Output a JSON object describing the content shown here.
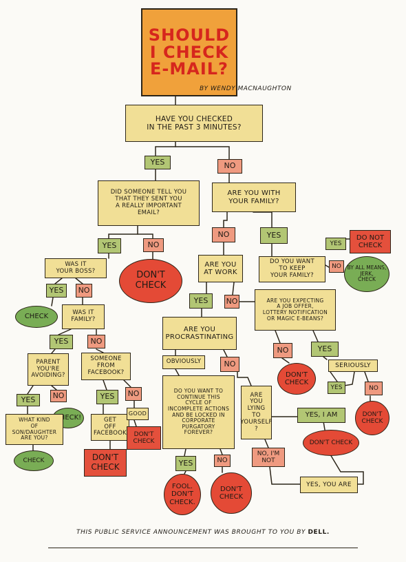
{
  "title": "SHOULD\nI CHECK\nE-MAIL?",
  "byline": "by WENDY MACNAUGHTON",
  "footer_text": "THIS PUBLIC SERVICE ANNOUNCEMENT WAS BROUGHT TO YOU by",
  "footer_brand": "DELL.",
  "nodes": {
    "q_checked": "HAVE YOU CHECKED\nin THE PAST 3 MINUTES?",
    "yes1": "YES",
    "no1": "NO",
    "q_someone": "DID SOMEONE TELL YOU\nTHAT THEY SENT YOU\nA REALLY IMPORTANT\nEMAIL?",
    "q_family": "ARE YOU WITH\nYOUR FAMILY?",
    "yes2": "YES",
    "no2": "NO",
    "no3": "NO",
    "yes3": "YES",
    "q_boss": "WAS IT\nYOUR BOSS?",
    "dont_check_1": "DON'T\nCHECK",
    "q_work": "ARE YOU\nAT WORK",
    "q_keep": "DO YOU WANT\nTO KEEP\nYOUR FAMILY?",
    "yes4": "YES",
    "no4": "NO",
    "do_not_check": "DO NOT\nCHECK",
    "by_all_means": "BY ALL MEANS,\nJERK,\nCHECK",
    "yes5": "YES",
    "no5": "NO",
    "check_1": "CHECK",
    "q_fam2": "WAS IT\nFAMILY?",
    "yes6": "YES",
    "no6": "NO",
    "q_job": "ARE YOU EXPECTING\nA JOB OFFER,\nLOTTERY NOTIFICATION\nOR MAGIC E-BEANS?",
    "q_procrast": "ARE YOU\nPROCRASTINATING",
    "yes7": "YES",
    "no7": "NO",
    "q_parent": "PARENT\nYOU'RE\nAVOIDING?",
    "q_facebook": "SOMEONE\nFROM\nFACEBOOK?",
    "obviously": "OBVIOUSLY",
    "no8": "NO",
    "no9": "NO",
    "yes8": "YES",
    "dont_check_2": "DON'T\nCHECK",
    "seriously": "SERIOUSLY",
    "yes9": "YES",
    "no10": "NO",
    "check_2": "CHECK!",
    "yes10": "YES",
    "no11": "NO",
    "no12": "NO",
    "yes11": "YES",
    "q_kind": "WHAT KIND\nOF SON/DAUGHTER\nARE YOU?",
    "get_off": "GET\nOFF\nFACEBOOK",
    "good": "GOOD",
    "dont_check_3": "DON'T\nCHECK",
    "q_continue": "DO YOU WANT TO\nCONTINUE THIS\nCYCLE OF\nINCOMPLETE ACTIONS\nAND BE LOCKED IN\nCORPORATE PURGATORY\nFOREVER?",
    "q_lying": "ARE\nYOU\nLYING\nTO YOURSELF\n?",
    "yes_iam": "YES, I AM",
    "dont_check_4": "DON'T\nCHECK",
    "check_3": "CHECK",
    "dont_check_5": "DON'T\nCHECK",
    "dont_check_6": "DON'T CHECK",
    "no_im_not": "NO, I'M\nNOT",
    "yes12": "YES",
    "no13": "NO",
    "fool": "FOOL.\nDON'T\nCHECK.",
    "dont_check_7": "DON'T\nCHECK",
    "yes_you_are": "YES, YOU ARE"
  },
  "colors": {
    "question": "#f1df96",
    "yes": "#b2c674",
    "no": "#ef9a80",
    "check": "#79ad55",
    "dont_check": "#e44a36",
    "title_bg": "#f0a13b",
    "title_text": "#d6261d",
    "ink": "#2b2418"
  }
}
